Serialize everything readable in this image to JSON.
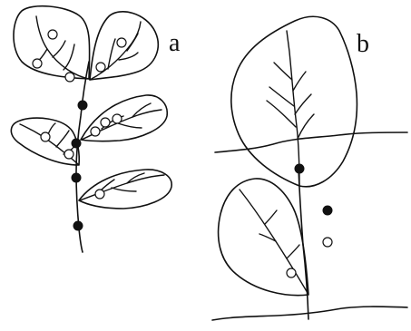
{
  "panels": {
    "a": {
      "label": "a"
    },
    "b": {
      "label": "b"
    }
  },
  "legend_like_markers": {
    "filled": "filled-circle",
    "open": "open-circle"
  }
}
